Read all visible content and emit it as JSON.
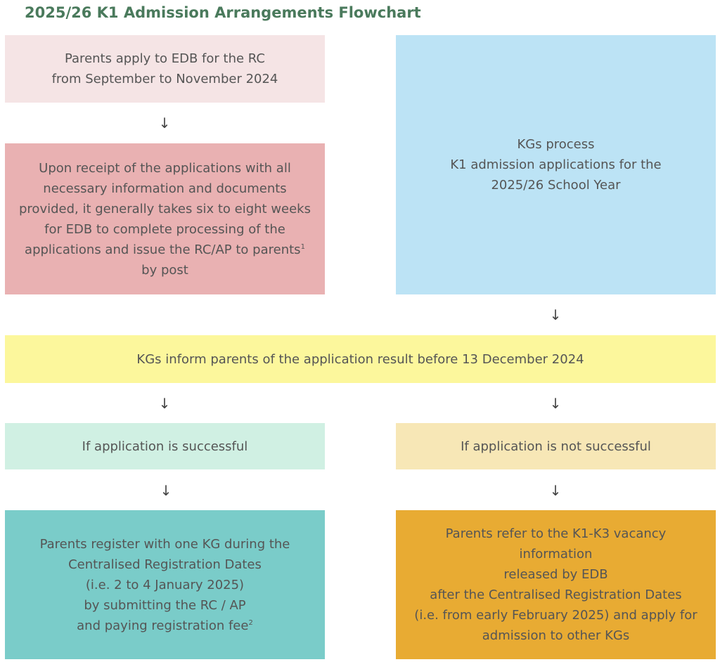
{
  "title": "2025/26 K1 Admission Arrangements Flowchart",
  "arrow_glyph": "↓",
  "boxes": {
    "apply": {
      "lines": [
        "Parents apply to EDB for the RC",
        "from September to November 2024"
      ]
    },
    "processing": {
      "lines": [
        "Upon receipt of the applications with all",
        "necessary information and documents",
        "provided, it generally takes six to eight weeks",
        "for EDB to complete processing of the",
        "applications and issue the RC/AP to parents",
        "by post"
      ],
      "footnote": "1"
    },
    "kg_process": {
      "lines": [
        "KGs process",
        "K1 admission applications for the",
        "2025/26 School Year"
      ]
    },
    "inform": {
      "lines": [
        "KGs inform parents of the application result before 13 December 2024"
      ]
    },
    "successful": {
      "lines": [
        "If application is successful"
      ]
    },
    "not_successful": {
      "lines": [
        "If application is not successful"
      ]
    },
    "register": {
      "lines": [
        "Parents register with one KG during the",
        "Centralised Registration Dates",
        "(i.e. 2 to 4 January 2025)",
        "by submitting the RC / AP",
        "and paying registration fee"
      ],
      "footnote": "2"
    },
    "vacancy": {
      "lines": [
        "Parents refer to the K1-K3 vacancy",
        "information",
        "released by EDB",
        "after the Centralised Registration Dates",
        "(i.e. from early February 2025) and apply for",
        "admission to other KGs"
      ]
    }
  },
  "colors": {
    "title": "#4a7a5c",
    "apply": "#f5e4e5",
    "processing": "#e9b1b2",
    "kg_process": "#bce3f5",
    "inform": "#fcf79c",
    "successful": "#d0f0e3",
    "not_successful": "#f7e7b6",
    "register": "#7accc9",
    "vacancy": "#e8ab33"
  }
}
